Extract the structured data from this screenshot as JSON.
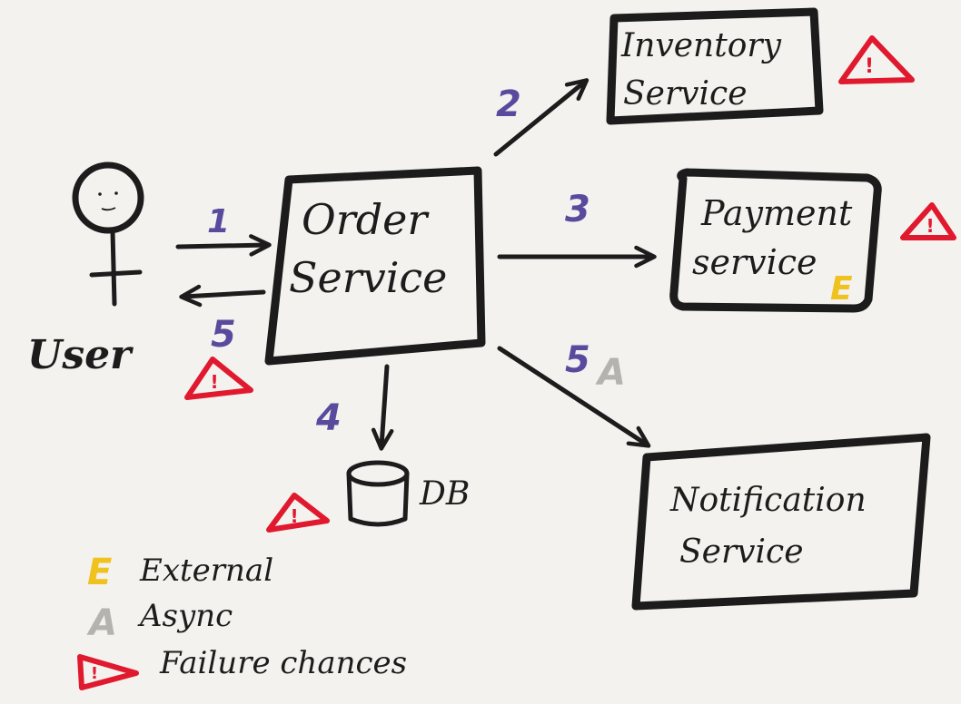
{
  "nodes": {
    "user": "User",
    "order_service": [
      "Order",
      "Service"
    ],
    "inventory_service": [
      "Inventory",
      "Service"
    ],
    "payment_service": [
      "Payment",
      "service"
    ],
    "notification_service": [
      "Notification",
      "Service"
    ],
    "db": "DB"
  },
  "steps": {
    "user_to_order": "1",
    "order_to_inventory": "2",
    "order_to_payment": "3",
    "order_to_db": "4",
    "order_to_user": "5",
    "order_to_notification": "5"
  },
  "markers": {
    "external": "E",
    "async": "A",
    "failure": "!"
  },
  "legend": {
    "external_label": "External",
    "async_label": "Async",
    "failure_label": "Failure chances"
  },
  "colors": {
    "ink": "#1c1c1c",
    "step_purple": "#5a4a9e",
    "failure_red": "#e0192e",
    "external_yellow": "#f0c21e",
    "async_gray": "#b5b3ae"
  }
}
